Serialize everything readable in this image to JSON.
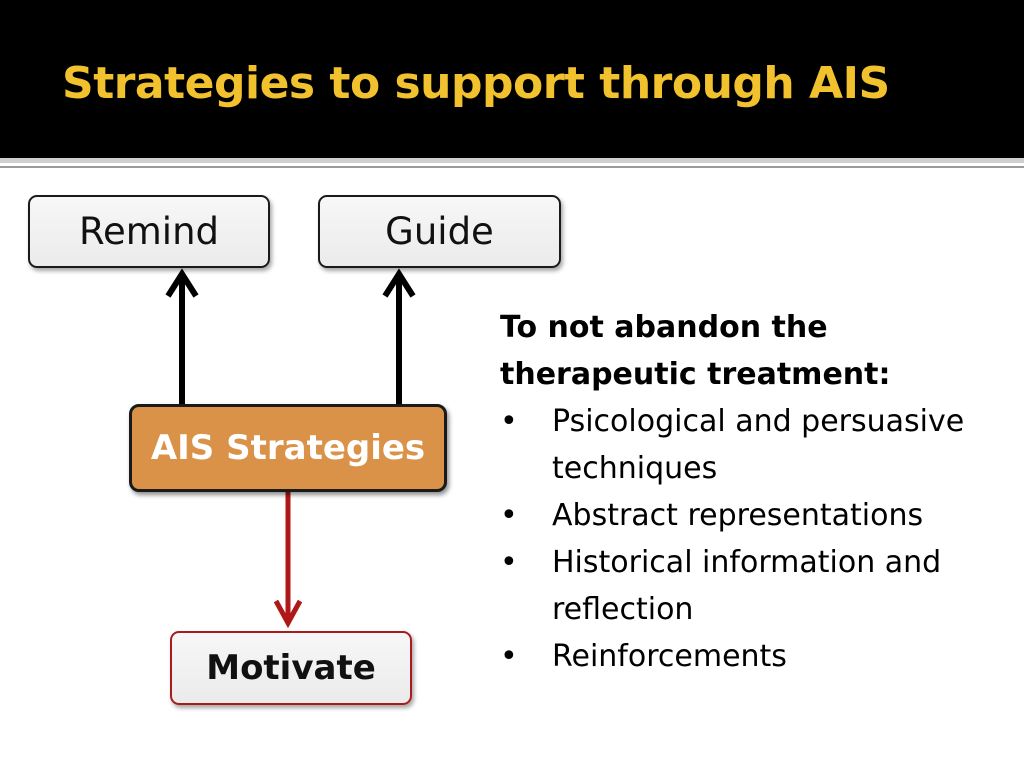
{
  "title": "Strategies to support through AIS",
  "diagram": {
    "remind": "Remind",
    "guide": "Guide",
    "ais_strategies": "AIS Strategies",
    "motivate": "Motivate"
  },
  "panel": {
    "heading_line1": "To not abandon the",
    "heading_line2": "therapeutic treatment:",
    "bullet_symbol": "•",
    "items": [
      {
        "line1": "Psicological and persuasive",
        "line2": "techniques"
      },
      {
        "line1": "Abstract representations",
        "line2": ""
      },
      {
        "line1": "Historical information and",
        "line2": "reflection"
      },
      {
        "line1": "Reinforcements",
        "line2": ""
      }
    ]
  },
  "colors": {
    "title_background": "#000000",
    "title_text": "#f2c12e",
    "ais_box_fill": "#d99248",
    "motivate_border": "#a81c1c",
    "arrow_up": "#000000",
    "arrow_down": "#b01818"
  }
}
